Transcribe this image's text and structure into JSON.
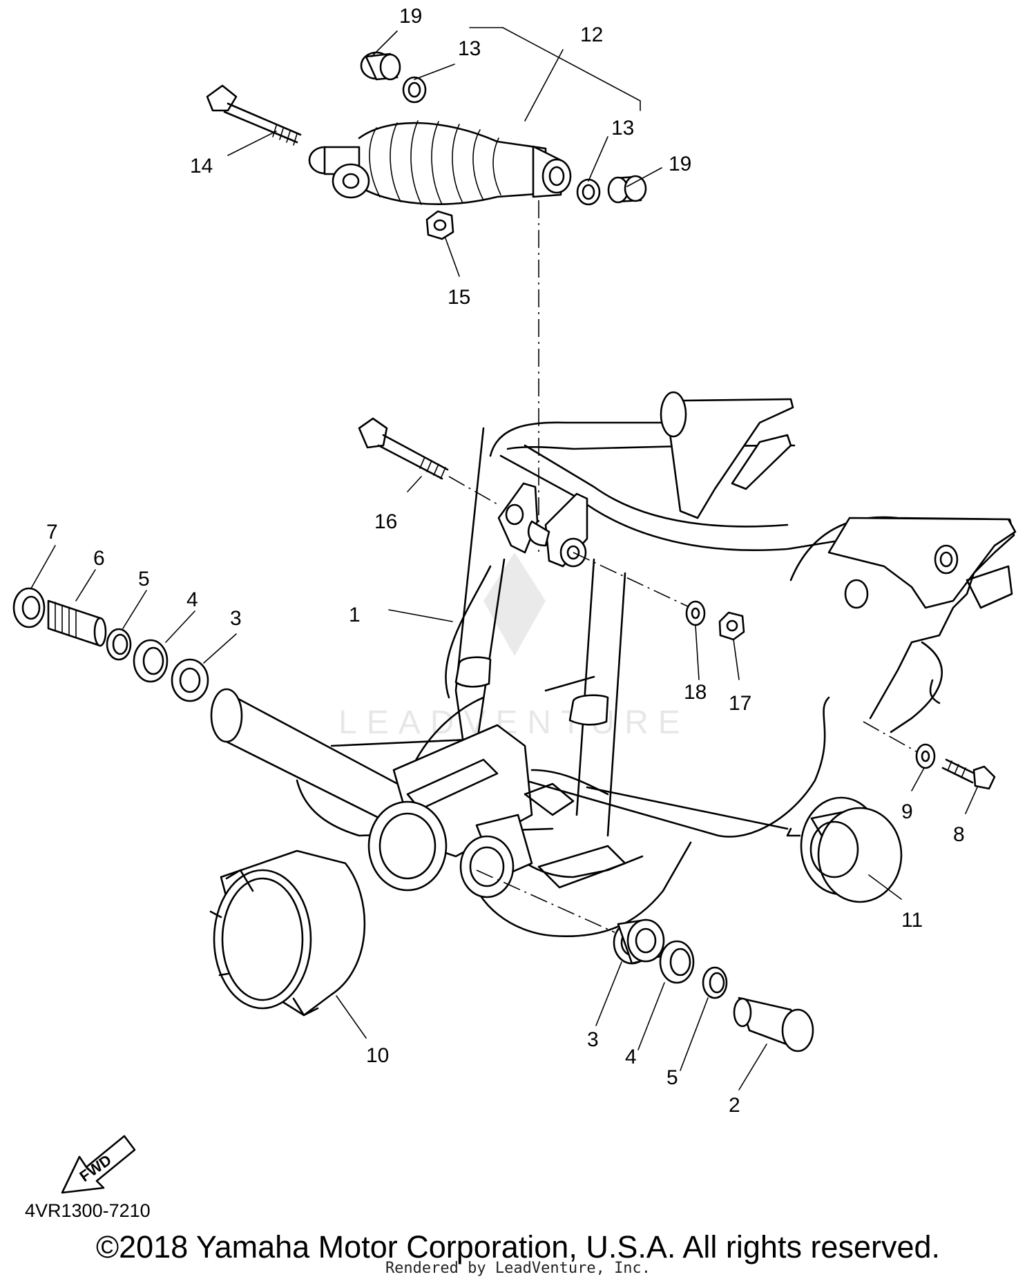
{
  "diagram": {
    "part_callouts": [
      "1",
      "2",
      "3",
      "4",
      "5",
      "6",
      "7",
      "8",
      "9",
      "10",
      "11",
      "12",
      "13",
      "14",
      "15",
      "16",
      "17",
      "18",
      "19"
    ],
    "fwd_label": "FWD",
    "watermark": "LEADVENTURE"
  },
  "footer": {
    "drawing_code": "4VR1300-7210",
    "copyright": "©2018 Yamaha Motor Corporation, U.S.A. All rights reserved.",
    "rendered_by": "Rendered by LeadVenture, Inc."
  }
}
